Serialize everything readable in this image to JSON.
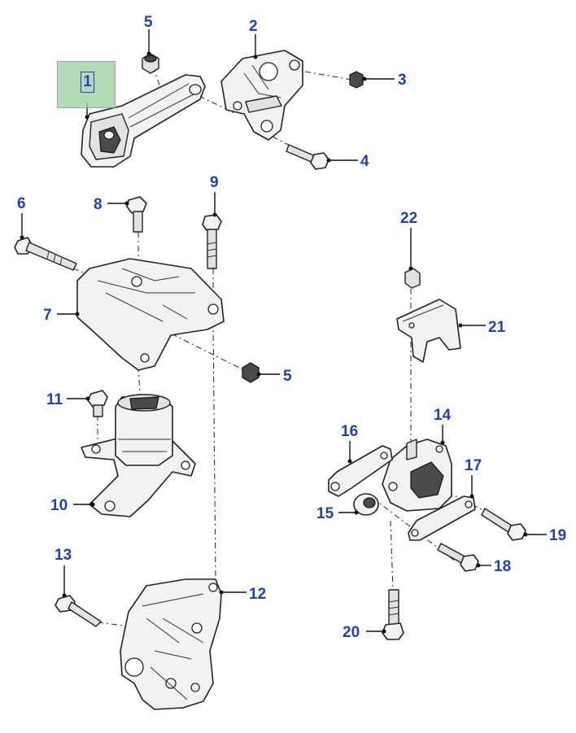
{
  "diagram": {
    "callouts": [
      {
        "id": "1",
        "text": "1"
      },
      {
        "id": "2",
        "text": "2"
      },
      {
        "id": "3",
        "text": "3"
      },
      {
        "id": "4",
        "text": "4"
      },
      {
        "id": "5a",
        "text": "5"
      },
      {
        "id": "5b",
        "text": "5"
      },
      {
        "id": "6",
        "text": "6"
      },
      {
        "id": "7",
        "text": "7"
      },
      {
        "id": "8",
        "text": "8"
      },
      {
        "id": "9",
        "text": "9"
      },
      {
        "id": "10",
        "text": "10"
      },
      {
        "id": "11",
        "text": "11"
      },
      {
        "id": "12",
        "text": "12"
      },
      {
        "id": "13",
        "text": "13"
      },
      {
        "id": "14",
        "text": "14"
      },
      {
        "id": "15",
        "text": "15"
      },
      {
        "id": "16",
        "text": "16"
      },
      {
        "id": "17",
        "text": "17"
      },
      {
        "id": "18",
        "text": "18"
      },
      {
        "id": "19",
        "text": "19"
      },
      {
        "id": "20",
        "text": "20"
      },
      {
        "id": "21",
        "text": "21"
      },
      {
        "id": "22",
        "text": "22"
      }
    ],
    "highlight": {
      "text": "1",
      "color": "#9fd09f"
    },
    "callout_color": "#1f3fbf"
  }
}
